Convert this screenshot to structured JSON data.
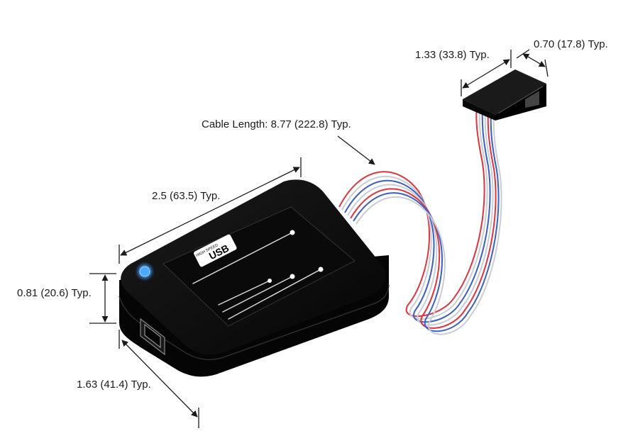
{
  "dimensions": {
    "length": "2.5 (63.5) Typ.",
    "height": "0.81 (20.6) Typ.",
    "width": "1.63 (41.4) Typ.",
    "cable": "Cable Length: 8.77 (222.8) Typ.",
    "connector_length": "1.33 (33.8) Typ.",
    "connector_width": "0.70 (17.8) Typ."
  },
  "logo": {
    "small_text": "HIGH SPEED",
    "big_text": "USB"
  },
  "colors": {
    "body": "#0a0a0a",
    "wire_red": "#e0343c",
    "wire_blue": "#3a5fc8",
    "wire_gray": "#c8ccd4",
    "led": "#4aa8ff",
    "dimension_line": "#1a1a1a"
  }
}
